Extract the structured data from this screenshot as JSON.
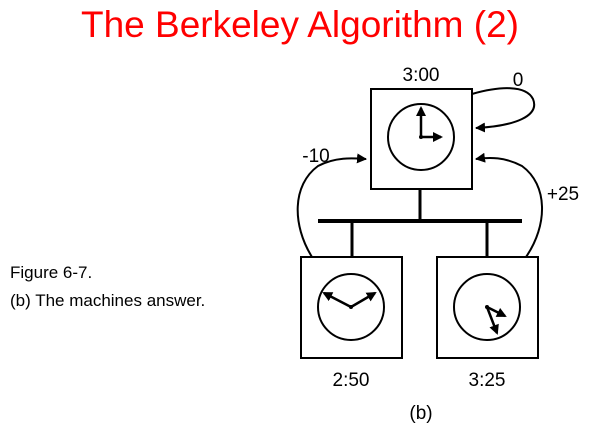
{
  "slide": {
    "title": "The Berkeley Algorithm (2)"
  },
  "caption": {
    "figure_label": "Figure 6-7.",
    "description": "(b) The machines answer."
  },
  "diagram": {
    "subfigure_label": "(b)",
    "machines": [
      {
        "role": "time-daemon",
        "time_label": "3:00",
        "offset_label": "0"
      },
      {
        "role": "left-machine",
        "time_label": "2:50",
        "offset_label": "-10"
      },
      {
        "role": "right-machine",
        "time_label": "3:25",
        "offset_label": "+25"
      }
    ],
    "colors": {
      "title": "#ff0000",
      "ink": "#000000"
    }
  }
}
